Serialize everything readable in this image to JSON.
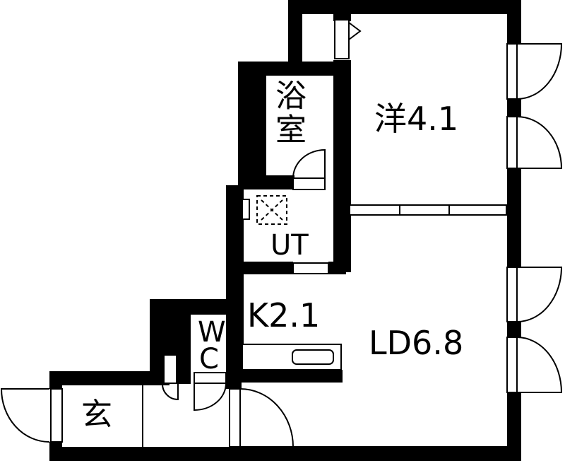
{
  "floor_plan": {
    "rooms": [
      {
        "id": "western-room",
        "label": "洋4.1",
        "type": "Western-style room",
        "size_jo": 4.1
      },
      {
        "id": "bathroom",
        "label": "浴室",
        "type": "Bathroom"
      },
      {
        "id": "utility",
        "label": "UT",
        "type": "Utility / washroom"
      },
      {
        "id": "kitchen",
        "label": "K2.1",
        "type": "Kitchen",
        "size_jo": 2.1
      },
      {
        "id": "living-dining",
        "label": "LD6.8",
        "type": "Living-dining",
        "size_jo": 6.8
      },
      {
        "id": "toilet",
        "label": "WC",
        "label_top": "W",
        "label_bottom": "C",
        "type": "Toilet"
      },
      {
        "id": "entrance",
        "label": "玄",
        "type": "Entrance (genkan)"
      }
    ],
    "colors": {
      "wall": "#000000",
      "background": "#ffffff"
    }
  }
}
